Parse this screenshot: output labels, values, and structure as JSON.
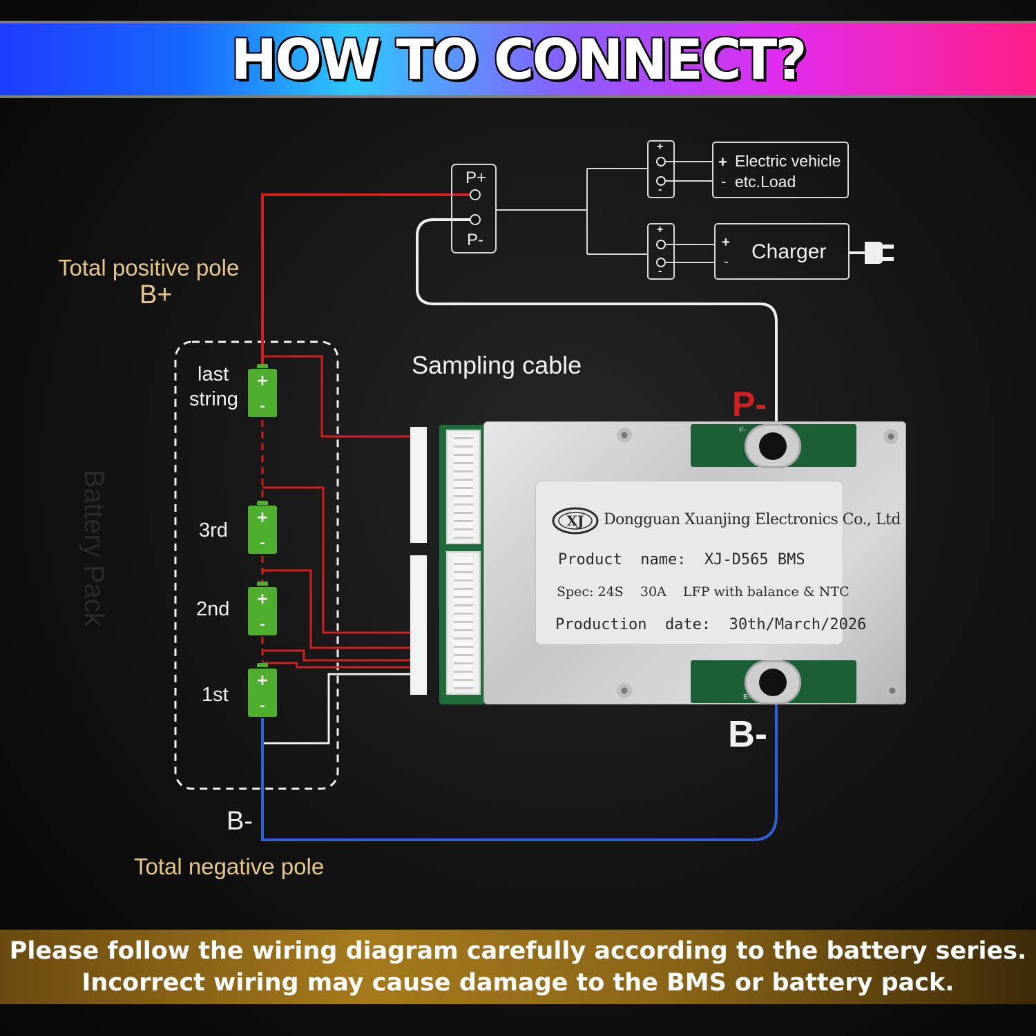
{
  "header": {
    "title": "HOW TO CONNECT?"
  },
  "labels": {
    "total_positive": "Total positive pole",
    "b_plus": "B+",
    "sampling_cable": "Sampling cable",
    "p_minus_board": "P-",
    "b_minus_board": "B-",
    "b_minus_bottom": "B-",
    "total_negative": "Total negative pole",
    "battery_pack": "Battery Pack"
  },
  "pack": {
    "cells": [
      {
        "label": "last\nstring",
        "line1": "last",
        "line2": "string"
      },
      {
        "label": "3rd"
      },
      {
        "label": "2nd"
      },
      {
        "label": "1st"
      }
    ],
    "plus": "+",
    "minus": "-"
  },
  "terminal_box": {
    "p_plus": "P+",
    "p_minus": "P-"
  },
  "load": {
    "ev_line1": "Electric vehicle",
    "ev_line2": "etc.Load",
    "charger": "Charger",
    "plus": "+",
    "minus": "-"
  },
  "bms_label": {
    "company": "Dongguan Xuanjing Electronics Co., Ltd",
    "logo_text": "XJ",
    "product": "Product  name:  XJ-D565 BMS",
    "spec": "Spec: 24S    30A    LFP with balance & NTC",
    "date": "Production  date:  30th/March/2026",
    "pad_p": "P-",
    "pad_b": "B-"
  },
  "footer": {
    "line1": "Please follow the wiring diagram carefully according to the battery series.",
    "line2": "Incorrect wiring may cause damage to the BMS or battery pack."
  },
  "colors": {
    "positive_wire": "#d21f1f",
    "negative_wire": "#2f62d8",
    "sampling_wire": "#f0f0f0",
    "cell_green": "#4fae2e",
    "label_gold": "#e8c889"
  }
}
